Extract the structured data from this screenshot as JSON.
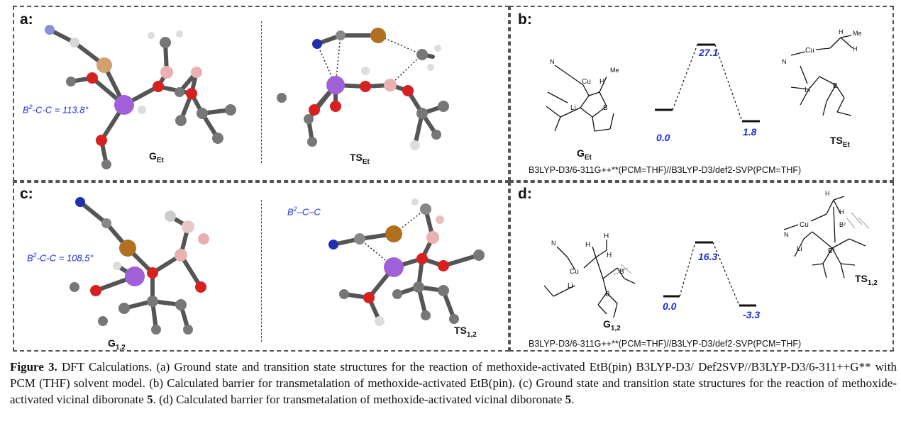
{
  "panels": {
    "a": {
      "label": "a:",
      "annotation_prefix": "B",
      "annotation_sup": "2",
      "annotation_suffix": "-C-C = 113.8°",
      "left_structure": "G",
      "left_sub": "Et",
      "right_structure": "TS",
      "right_sub": "Et"
    },
    "b": {
      "label": "b:",
      "energies": [
        "0.0",
        "27.1",
        "1.8"
      ],
      "left_structure": "G",
      "left_sub": "Et",
      "right_structure": "TS",
      "right_sub": "Et",
      "method": "B3LYP-D3/6-311G++**(PCM=THF)//B3LYP-D3/def2-SVP(PCM=THF)"
    },
    "c": {
      "label": "c:",
      "annotation_left_prefix": "B",
      "annotation_left_sup": "2",
      "annotation_left_suffix": "-C-C = 108.5°",
      "annotation_right_prefix": "B",
      "annotation_right_sup": "2",
      "annotation_right_suffix": "–C–C",
      "left_structure": "G",
      "left_sub": "1,2",
      "right_structure": "TS",
      "right_sub": "1,2"
    },
    "d": {
      "label": "d:",
      "energies": [
        "0.0",
        "16.3",
        "-3.3"
      ],
      "left_structure": "G",
      "left_sub": "1,2",
      "right_structure": "TS",
      "right_sub": "1,2",
      "method": "B3LYP-D3/6-311G++**(PCM=THF)//B3LYP-D3/def2-SVP(PCM=THF)"
    }
  },
  "caption": {
    "label": "Figure 3.",
    "text": " DFT Calculations. (a) Ground state and transition state structures for the reaction of methoxide-activated EtB(pin) B3LYP-D3/ Def2SVP//B3LYP-D3/6-311++G** with PCM (THF) solvent model. (b) Calculated barrier for transmetalation of methoxide-activated EtB(pin). (c) Ground state and transition state structures for the reaction of methoxide-activated vicinal diboronate ",
    "compound": "5",
    "text2": ". (d) Calculated barrier for transmetalation of methoxide-activated vicinal diboronate ",
    "compound2": "5",
    "end": "."
  },
  "atom_colors": {
    "carbon": "#7a7a7a",
    "oxygen": "#d01010",
    "boron": "#e8a8a8",
    "lithium": "#a060d8",
    "copper": "#b07020",
    "nitrogen": "#2030b0",
    "hydrogen": "#e0e0e0"
  }
}
